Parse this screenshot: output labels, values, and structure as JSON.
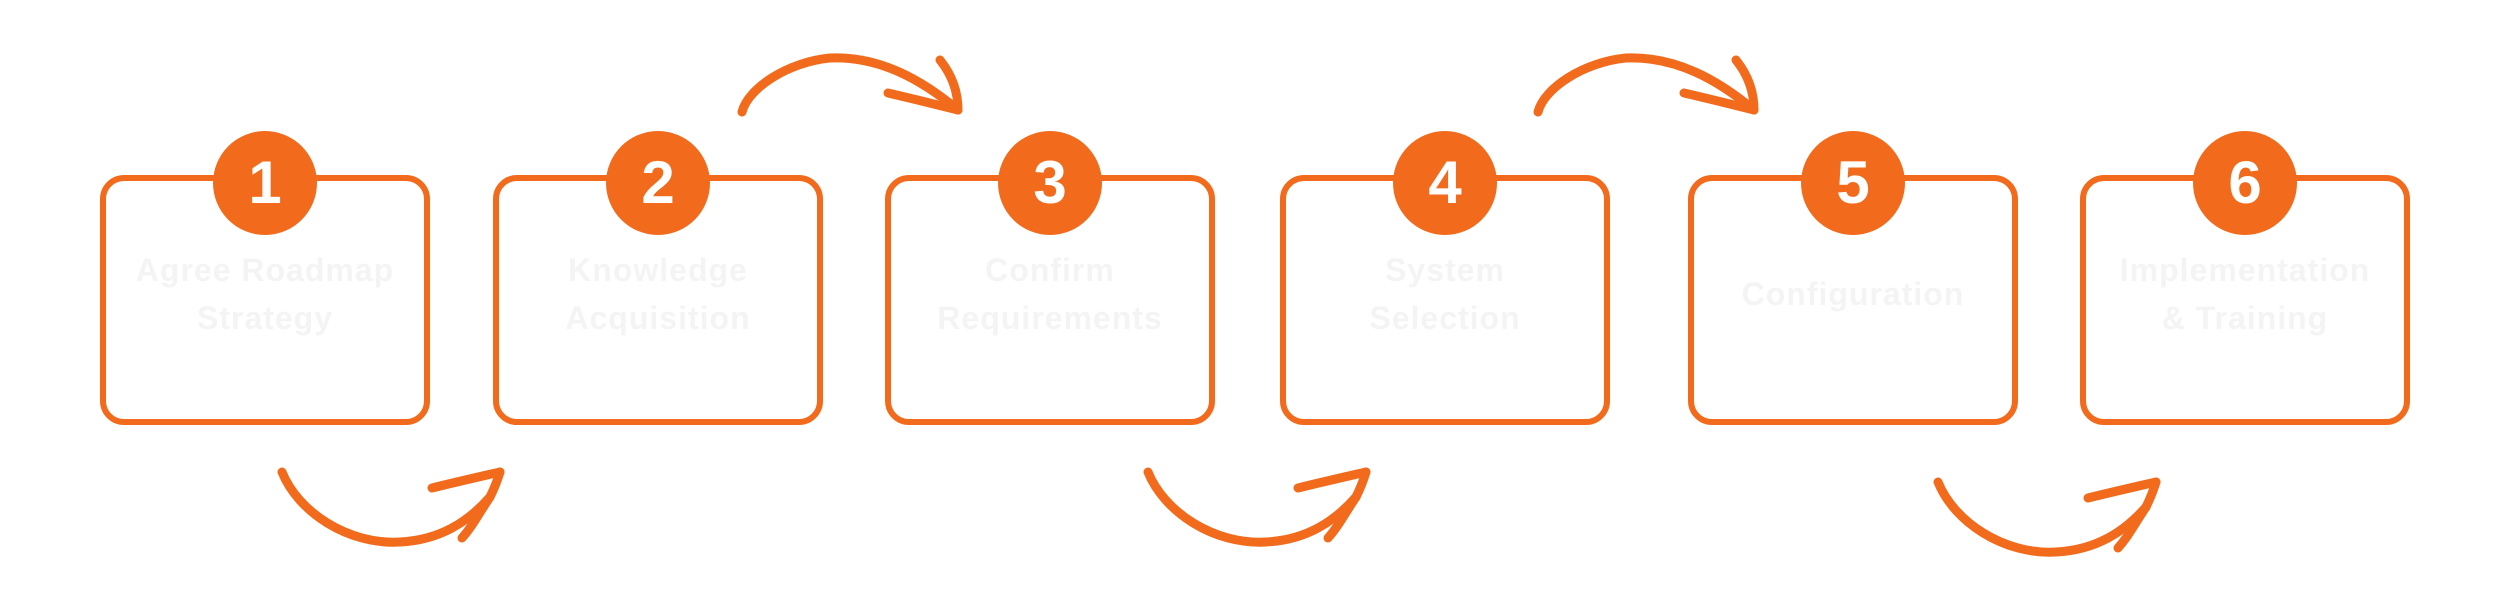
{
  "colors": {
    "accent": "#f26b1d",
    "label_text": "#f4f4f4",
    "badge_text": "#ffffff",
    "background": "#ffffff"
  },
  "steps": [
    {
      "number": "1",
      "label": "Agree Roadmap Strategy"
    },
    {
      "number": "2",
      "label": "Knowledge Acquisition"
    },
    {
      "number": "3",
      "label": "Confirm Requirements"
    },
    {
      "number": "4",
      "label": "System Selection"
    },
    {
      "number": "5",
      "label": "Configuration"
    },
    {
      "number": "6",
      "label": "Implementation & Training"
    }
  ],
  "connectors": {
    "icon": "curved-arrow-icon",
    "count": 5
  }
}
